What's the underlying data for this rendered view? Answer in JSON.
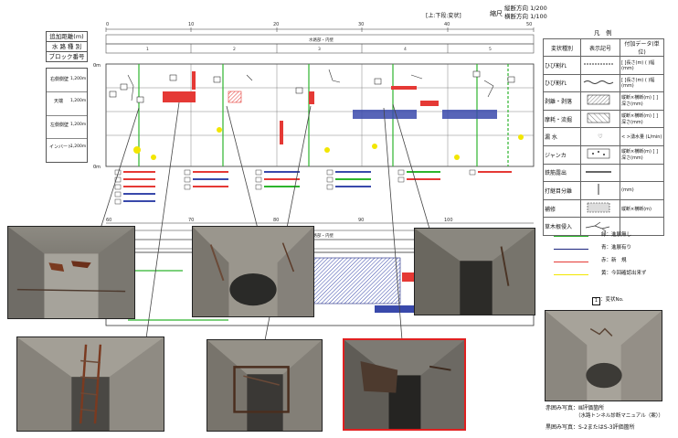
{
  "header": {
    "scale_title": "縮尺",
    "scale_vertical": "縦断方向 1/200",
    "scale_horizontal": "横断方向 1/100",
    "direction_note": "[上:下段:変状]"
  },
  "left_header": {
    "rows": [
      "追加距離(m)",
      "水 路 種 別",
      "ブロック番号"
    ],
    "section_labels": [
      {
        "name": "右側側壁",
        "size": "1,200m"
      },
      {
        "name": "天端",
        "size": "1,200m"
      },
      {
        "name": "左側側壁",
        "size": "1,200m"
      },
      {
        "name": "インバート",
        "size": "1,200m"
      }
    ],
    "depth_top": "0m",
    "depth_bottom": "0m"
  },
  "drawing": {
    "upper_channel_label": "水路部・内壁",
    "lower_channel_label": "水路部・内壁",
    "ruler_upper": [
      "0",
      "10",
      "20",
      "30",
      "40",
      "50"
    ],
    "ruler_lower": [
      "60",
      "70",
      "80",
      "90",
      "100"
    ]
  },
  "legend": {
    "title": "凡　例",
    "columns": [
      "変状種別",
      "表示記号",
      "付加データ(単位)"
    ],
    "rows": [
      {
        "type": "ひび割れ",
        "data": "[ ]長さ(m) ( )幅(mm)"
      },
      {
        "type": "ひび割れ",
        "data": "[ ]長さ(m) ( )幅(mm)"
      },
      {
        "type": "剥離・剥落",
        "data": "縦断×横断(m) [ ]深さ(mm)"
      },
      {
        "type": "摩耗・流掘",
        "data": "縦断×横断(m) [ ]深さ(mm)"
      },
      {
        "type": "漏 水",
        "data": "< >湧水量 (L/min)"
      },
      {
        "type": "ジャンカ",
        "data": "縦断×横断(m) [ ]深さ(mm)"
      },
      {
        "type": "鉄筋露出",
        "data": ""
      },
      {
        "type": "打継目分離",
        "data": "(mm)"
      },
      {
        "type": "補修",
        "data": "縦断×横断(m)"
      },
      {
        "type": "草木根侵入",
        "data": ""
      }
    ],
    "line_legend": [
      {
        "label": "緑：進展無し",
        "color": "#2db52d"
      },
      {
        "label": "青：進展有り",
        "color": "#1a237e"
      },
      {
        "label": "赤：新　規",
        "color": "#e53935"
      },
      {
        "label": "黄：今回確認出来ず",
        "color": "#f2e600"
      }
    ],
    "number_key": "1",
    "number_key_label": "：変状No."
  },
  "notes": {
    "red_photo": "赤囲み写真：Ⅲ評価箇所",
    "red_photo_sub": "（水路トンネル診断マニュアル（案））",
    "black_photo": "黒囲み写真：S-2またはS-3評価箇所"
  },
  "colors": {
    "red": "#e53935",
    "blue": "#3949ab",
    "green": "#2db52d",
    "yellow": "#f2e600"
  }
}
